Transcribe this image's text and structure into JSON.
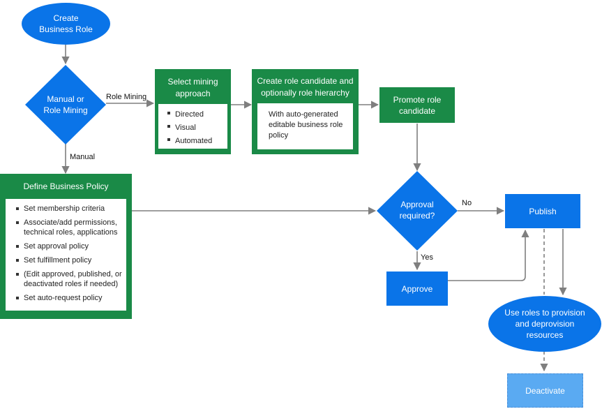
{
  "nodes": {
    "create_business_role": "Create Business Role",
    "manual_or_role_mining": "Manual or Role Mining",
    "select_mining": {
      "title": "Select mining approach",
      "items": [
        "Directed",
        "Visual",
        "Automated"
      ]
    },
    "create_candidate": {
      "title": "Create role candidate and optionally role hierarchy",
      "body": "With auto-generated editable business role policy"
    },
    "promote_candidate": "Promote role candidate",
    "define_policy": {
      "title": "Define Business Policy",
      "items": [
        "Set membership criteria",
        "Associate/add permissions, technical roles, applications",
        "Set approval policy",
        "Set fulfillment policy",
        "(Edit approved, published, or deactivated roles if needed)",
        "Set auto-request policy"
      ]
    },
    "approval_required": "Approval required?",
    "publish": "Publish",
    "approve": "Approve",
    "use_roles": "Use roles to provision and deprovision resources",
    "deactivate": "Deactivate"
  },
  "edge_labels": {
    "role_mining": "Role Mining",
    "manual": "Manual",
    "no": "No",
    "yes": "Yes"
  },
  "colors": {
    "blue": "#0a74e8",
    "green": "#1a8a47",
    "light_blue": "#5aaaf2",
    "connector": "#7f7f7f"
  }
}
